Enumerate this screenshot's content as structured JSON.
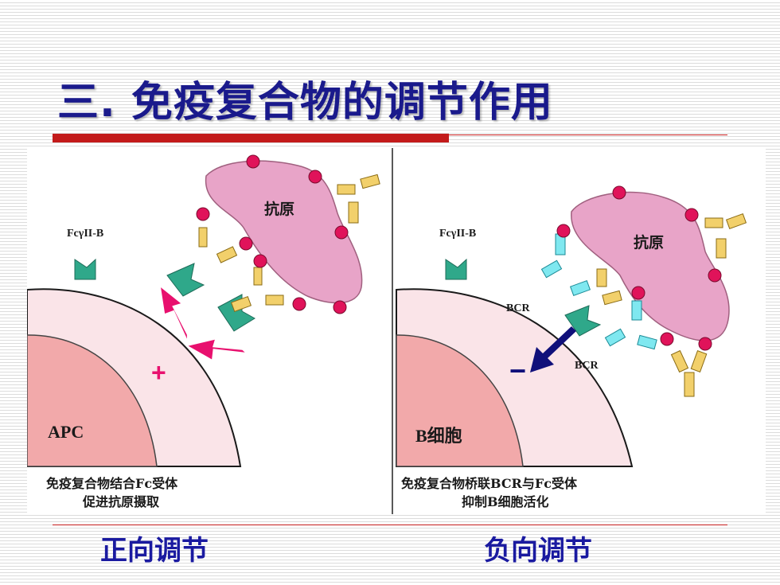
{
  "slide": {
    "title": "三. 免疫复合物的调节作用",
    "positive_label": "正向调节",
    "negative_label": "负向调节"
  },
  "left_panel": {
    "receptor_label": "FcγII-B",
    "antigen_label": "抗原",
    "cell_label": "APC",
    "sign": "+",
    "caption_line1": "免疫复合物结合Fc受体",
    "caption_line2": "促进抗原摄取"
  },
  "right_panel": {
    "receptor_label": "FcγII-B",
    "antigen_label": "抗原",
    "bcr_label_1": "BCR",
    "bcr_label_2": "BCR",
    "cell_label": "B细胞",
    "sign": "−",
    "caption_line1": "免疫复合物桥联BCR与Fc受体",
    "caption_line2": "抑制B细胞活化"
  },
  "colors": {
    "title": "#1a1a8c",
    "accent_red": "#c31b1b",
    "antigen_pink": "#e8a4c8",
    "receptor_green": "#2fa88a",
    "antibody_yellow": "#f2d06b",
    "bcr_cyan": "#7fe8f0",
    "epitope_magenta": "#e0135a",
    "arrow_magenta": "#e8106e",
    "arrow_navy": "#10107a",
    "cell_membrane": "#fae4e8",
    "nucleus": "#f2a9aa"
  }
}
